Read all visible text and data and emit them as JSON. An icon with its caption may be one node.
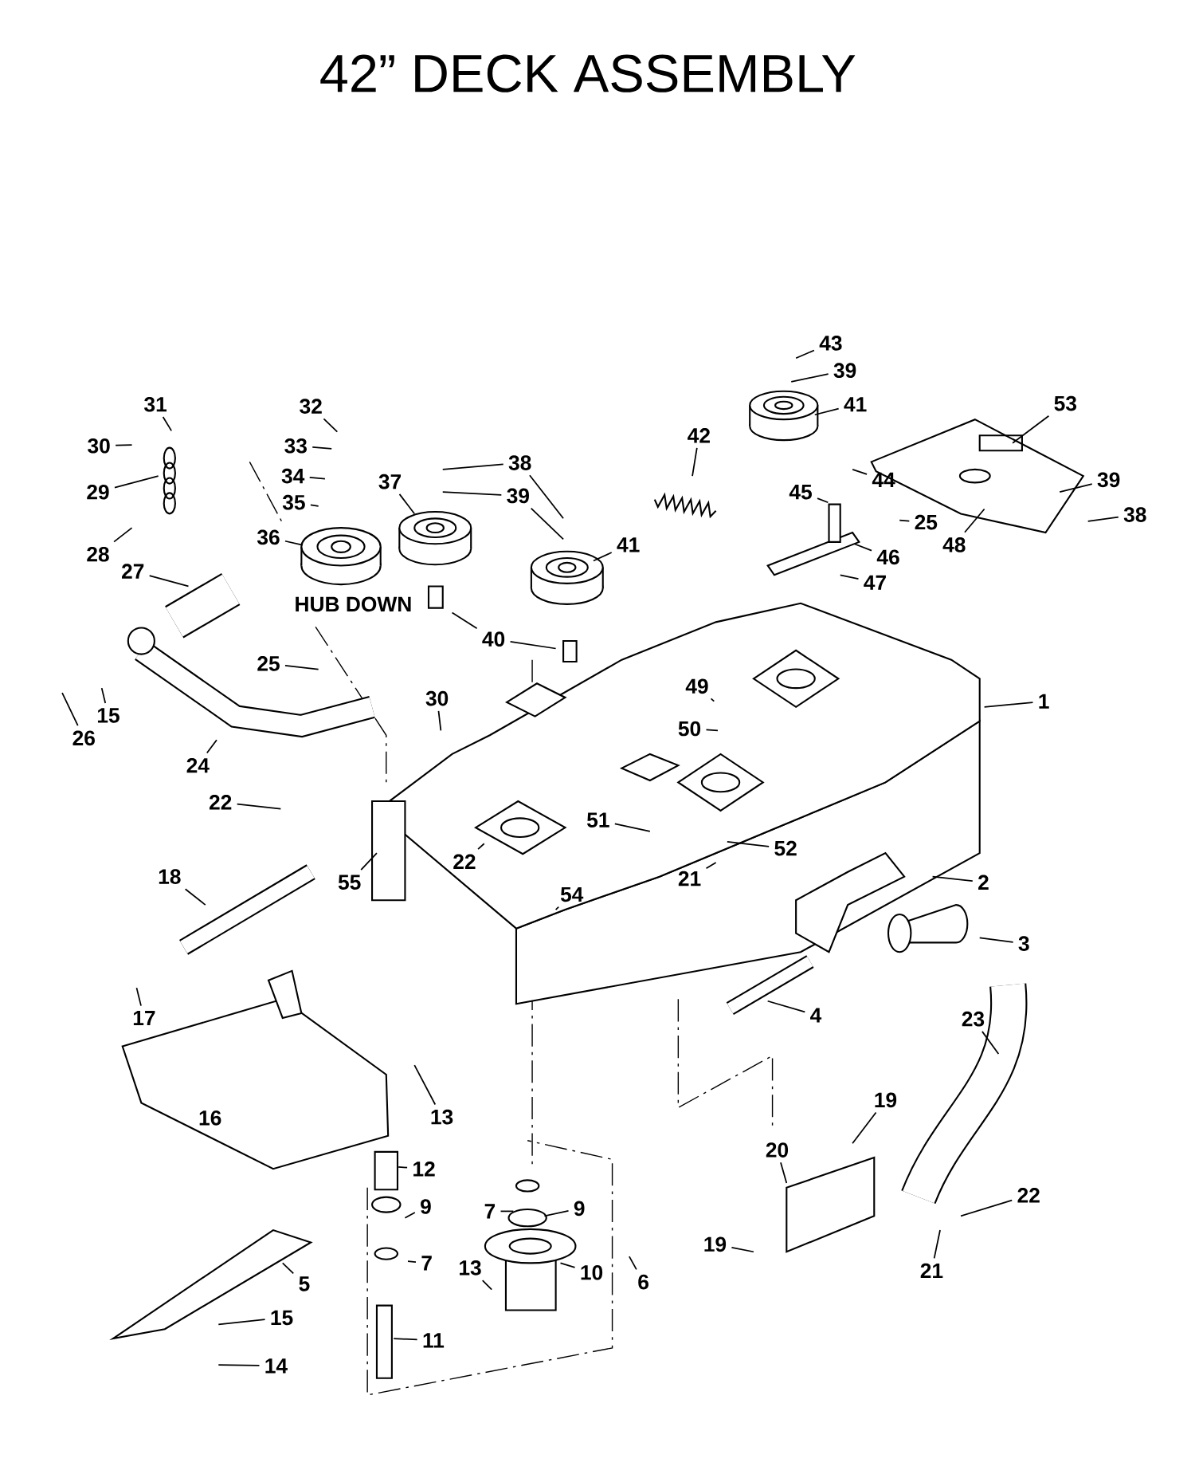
{
  "diagram": {
    "title": "42” DECK ASSEMBLY",
    "nodes": [
      {
        "text": [
          "43"
        ]
      },
      {
        "text": [
          "39"
        ]
      },
      {
        "text": [
          "41"
        ]
      },
      {
        "text": [
          "53"
        ]
      },
      {
        "text": [
          "31"
        ]
      },
      {
        "text": [
          "32"
        ]
      },
      {
        "text": [
          "30"
        ]
      },
      {
        "text": [
          "42"
        ]
      },
      {
        "text": [
          "38"
        ]
      },
      {
        "text": [
          "33"
        ]
      },
      {
        "text": [
          "37"
        ]
      },
      {
        "text": [
          "34"
        ]
      },
      {
        "text": [
          "39"
        ]
      },
      {
        "text": [
          "44"
        ]
      },
      {
        "text": [
          "29"
        ]
      },
      {
        "text": [
          "45"
        ]
      },
      {
        "text": [
          "39"
        ]
      },
      {
        "text": [
          "35"
        ]
      },
      {
        "text": [
          "38"
        ]
      },
      {
        "text": [
          "25"
        ]
      },
      {
        "text": [
          "36"
        ]
      },
      {
        "text": [
          "41"
        ]
      },
      {
        "text": [
          "48"
        ]
      },
      {
        "text": [
          "46"
        ]
      },
      {
        "text": [
          "28"
        ]
      },
      {
        "text": [
          "27"
        ]
      },
      {
        "text": [
          "47"
        ]
      },
      {
        "text": [
          "40"
        ]
      },
      {
        "text": [
          "25"
        ]
      },
      {
        "text": [
          "49"
        ]
      },
      {
        "text": [
          "30"
        ]
      },
      {
        "text": [
          "1"
        ]
      },
      {
        "text": [
          "15"
        ]
      },
      {
        "text": [
          "50"
        ]
      },
      {
        "text": [
          "26"
        ]
      },
      {
        "text": [
          "24"
        ]
      },
      {
        "text": [
          "22"
        ]
      },
      {
        "text": [
          "51"
        ]
      },
      {
        "text": [
          "52"
        ]
      },
      {
        "text": [
          "22"
        ]
      },
      {
        "text": [
          "18"
        ]
      },
      {
        "text": [
          "21"
        ]
      },
      {
        "text": [
          "55"
        ]
      },
      {
        "text": [
          "2"
        ]
      },
      {
        "text": [
          "54"
        ]
      },
      {
        "text": [
          "3"
        ]
      },
      {
        "text": [
          "4"
        ]
      },
      {
        "text": [
          "17"
        ]
      },
      {
        "text": [
          "23"
        ]
      },
      {
        "text": [
          "19"
        ]
      },
      {
        "text": [
          "13"
        ]
      },
      {
        "text": [
          "20"
        ]
      },
      {
        "text": [
          "12"
        ]
      },
      {
        "text": [
          "22"
        ]
      },
      {
        "text": [
          "9"
        ]
      },
      {
        "text": [
          "9"
        ]
      },
      {
        "text": [
          "7"
        ]
      },
      {
        "text": [
          "19"
        ]
      },
      {
        "text": [
          "7"
        ]
      },
      {
        "text": [
          "13"
        ]
      },
      {
        "text": [
          "21"
        ]
      },
      {
        "text": [
          "10"
        ]
      },
      {
        "text": [
          "6"
        ]
      },
      {
        "text": [
          "5"
        ]
      },
      {
        "text": [
          "15"
        ]
      },
      {
        "text": [
          "11"
        ]
      },
      {
        "text": [
          "14"
        ]
      }
    ],
    "edges": [
      {
        "from": 0,
        "to": null,
        "arrow": "none"
      },
      {
        "from": 1,
        "to": null,
        "arrow": "none"
      },
      {
        "from": 2,
        "to": null,
        "arrow": "none"
      },
      {
        "from": 3,
        "to": null,
        "arrow": "none"
      },
      {
        "from": 4,
        "to": null,
        "arrow": "none"
      },
      {
        "from": 5,
        "to": null,
        "arrow": "none"
      },
      {
        "from": 6,
        "to": null,
        "arrow": "none"
      },
      {
        "from": 7,
        "to": null,
        "arrow": "none"
      },
      {
        "from": 8,
        "to": null,
        "arrow": "none"
      },
      {
        "from": 8,
        "to": null,
        "arrow": "none"
      },
      {
        "from": 9,
        "to": null,
        "arrow": "none"
      },
      {
        "from": 10,
        "to": null,
        "arrow": "none"
      },
      {
        "from": 11,
        "to": null,
        "arrow": "none"
      },
      {
        "from": 12,
        "to": null,
        "arrow": "none"
      },
      {
        "from": 13,
        "to": null,
        "arrow": "none"
      },
      {
        "from": 14,
        "to": null,
        "arrow": "none"
      },
      {
        "from": 15,
        "to": null,
        "arrow": "none"
      },
      {
        "from": 16,
        "to": null,
        "arrow": "none"
      },
      {
        "from": 16,
        "to": null,
        "arrow": "none"
      },
      {
        "from": 17,
        "to": null,
        "arrow": "none"
      },
      {
        "from": 18,
        "to": null,
        "arrow": "none"
      },
      {
        "from": 19,
        "to": null,
        "arrow": "none"
      },
      {
        "from": 20,
        "to": null,
        "arrow": "none"
      },
      {
        "from": 21,
        "to": null,
        "arrow": "none"
      },
      {
        "from": 22,
        "to": null,
        "arrow": "none"
      },
      {
        "from": 23,
        "to": null,
        "arrow": "none"
      },
      {
        "from": 24,
        "to": null,
        "arrow": "none"
      },
      {
        "from": 25,
        "to": null,
        "arrow": "none"
      },
      {
        "from": 26,
        "to": null,
        "arrow": "none"
      },
      {
        "from": 27,
        "to": null,
        "arrow": "none"
      },
      {
        "from": 27,
        "to": null,
        "arrow": "none"
      },
      {
        "from": 28,
        "to": null,
        "arrow": "none"
      },
      {
        "from": 29,
        "to": null,
        "arrow": "none"
      },
      {
        "from": 30,
        "to": null,
        "arrow": "none"
      },
      {
        "from": 31,
        "to": null,
        "arrow": "none"
      },
      {
        "from": 32,
        "to": null,
        "arrow": "none"
      },
      {
        "from": 33,
        "to": null,
        "arrow": "none"
      },
      {
        "from": 34,
        "to": null,
        "arrow": "none"
      },
      {
        "from": 35,
        "to": null,
        "arrow": "none"
      },
      {
        "from": 36,
        "to": null,
        "arrow": "none"
      },
      {
        "from": 37,
        "to": null,
        "arrow": "none"
      },
      {
        "from": 38,
        "to": null,
        "arrow": "none"
      },
      {
        "from": 39,
        "to": null,
        "arrow": "none"
      },
      {
        "from": 40,
        "to": null,
        "arrow": "none"
      },
      {
        "from": 41,
        "to": null,
        "arrow": "none"
      },
      {
        "from": 42,
        "to": null,
        "arrow": "none"
      },
      {
        "from": 43,
        "to": null,
        "arrow": "none"
      },
      {
        "from": 44,
        "to": null,
        "arrow": "none"
      },
      {
        "from": 45,
        "to": null,
        "arrow": "none"
      },
      {
        "from": 46,
        "to": null,
        "arrow": "none"
      },
      {
        "from": 47,
        "to": null,
        "arrow": "none"
      },
      {
        "from": 48,
        "to": null,
        "arrow": "none"
      },
      {
        "from": 49,
        "to": null,
        "arrow": "none"
      },
      {
        "from": 50,
        "to": null,
        "arrow": "none"
      },
      {
        "from": 51,
        "to": null,
        "arrow": "none"
      },
      {
        "from": 52,
        "to": null,
        "arrow": "none"
      },
      {
        "from": 53,
        "to": null,
        "arrow": "none"
      },
      {
        "from": 54,
        "to": null,
        "arrow": "none"
      },
      {
        "from": 55,
        "to": null,
        "arrow": "none"
      },
      {
        "from": 56,
        "to": null,
        "arrow": "none"
      },
      {
        "from": 57,
        "to": null,
        "arrow": "none"
      },
      {
        "from": 58,
        "to": null,
        "arrow": "none"
      },
      {
        "from": 59,
        "to": null,
        "arrow": "none"
      },
      {
        "from": 60,
        "to": null,
        "arrow": "none"
      },
      {
        "from": 61,
        "to": null,
        "arrow": "none"
      },
      {
        "from": 62,
        "to": null,
        "arrow": "none"
      },
      {
        "from": 63,
        "to": null,
        "arrow": "none"
      },
      {
        "from": 64,
        "to": null,
        "arrow": "none"
      },
      {
        "from": 65,
        "to": null,
        "arrow": "none"
      },
      {
        "from": 66,
        "to": null,
        "arrow": "none"
      }
    ],
    "labels": [
      "HUB DOWN",
      "16"
    ]
  }
}
